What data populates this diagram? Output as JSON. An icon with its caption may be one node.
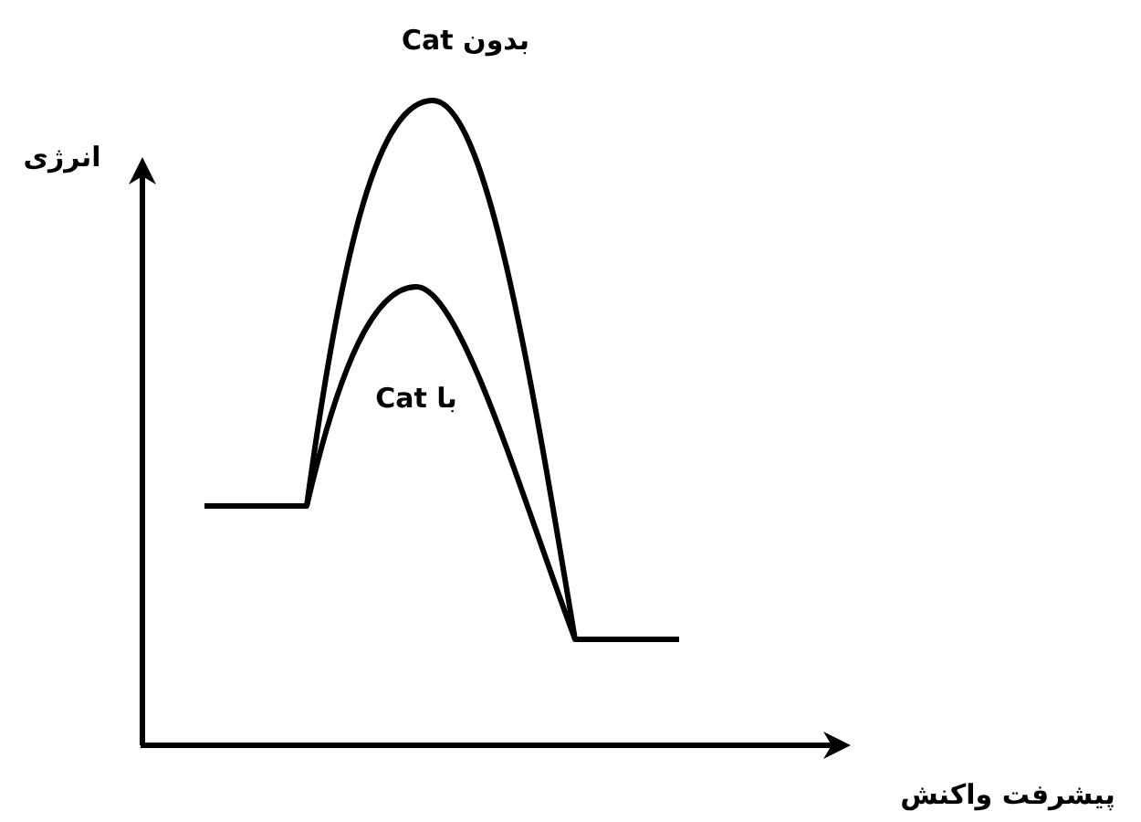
{
  "diagram": {
    "labels": [
      "بدون Cat",
      "انرژی",
      "با Cat",
      "پیشرفت واکنش"
    ]
  }
}
